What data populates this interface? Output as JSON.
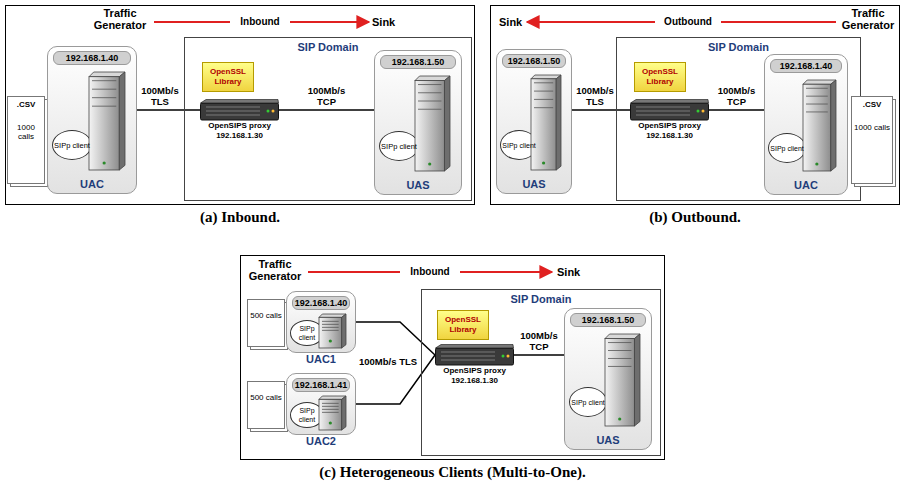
{
  "diagram": {
    "nodes": [
      {
        "text": [
          "(a) Inbound."
        ]
      },
      {
        "text": [
          ".CSV",
          "1000 calls"
        ],
        "in": 0
      },
      {
        "text": [
          "192.168.1.40",
          "UAC"
        ],
        "in": 0
      },
      {
        "text": [
          "SIPp client"
        ],
        "in": 2
      },
      {
        "text": [
          "SIP Domain"
        ],
        "in": 0
      },
      {
        "text": [
          "OpenSSL Library"
        ],
        "in": 4
      },
      {
        "text": [
          "OpenSIPS proxy 192.168.1.30"
        ],
        "in": 4
      },
      {
        "text": [
          "192.168.1.50",
          "UAS"
        ],
        "in": 4
      },
      {
        "text": [
          "SIPp client"
        ],
        "in": 7
      },
      {
        "text": [
          "(b) Outbound."
        ]
      },
      {
        "text": [
          "192.168.1.50",
          "UAS"
        ],
        "in": 9
      },
      {
        "text": [
          "SIPp client"
        ],
        "in": 10
      },
      {
        "text": [
          "SIP Domain"
        ],
        "in": 9
      },
      {
        "text": [
          "OpenSSL Library"
        ],
        "in": 12
      },
      {
        "text": [
          "OpenSIPS proxy 192.168.1.30"
        ],
        "in": 12
      },
      {
        "text": [
          "192.168.1.40",
          "UAC"
        ],
        "in": 12
      },
      {
        "text": [
          "SIPp client"
        ],
        "in": 15
      },
      {
        "text": [
          ".CSV",
          "1000 calls"
        ],
        "in": 9
      },
      {
        "text": [
          "(c) Heterogeneous Clients (Multi-to-One)."
        ]
      },
      {
        "text": [
          "500 calls"
        ],
        "in": 18
      },
      {
        "text": [
          "192.168.1.40",
          "UAC1"
        ],
        "in": 18
      },
      {
        "text": [
          "SIPp client"
        ],
        "in": 20
      },
      {
        "text": [
          "500 calls"
        ],
        "in": 18
      },
      {
        "text": [
          "192.168.1.41",
          "UAC2"
        ],
        "in": 18
      },
      {
        "text": [
          "SIPp client"
        ],
        "in": 23
      },
      {
        "text": [
          "SIP Domain"
        ],
        "in": 18
      },
      {
        "text": [
          "OpenSSL Library"
        ],
        "in": 25
      },
      {
        "text": [
          "OpenSIPS proxy 192.168.1.30"
        ],
        "in": 25
      },
      {
        "text": [
          "192.168.1.50",
          "UAS"
        ],
        "in": 25
      },
      {
        "text": [
          "SIPp client"
        ],
        "in": 28
      }
    ],
    "edges": [
      {
        "from": 2,
        "to": 6,
        "arrow": "none",
        "label": "100Mb/s TLS"
      },
      {
        "from": 6,
        "to": 7,
        "arrow": "none",
        "label": "100Mb/s TCP"
      },
      {
        "from": 10,
        "to": 14,
        "arrow": "none",
        "label": "100Mb/s TLS"
      },
      {
        "from": 14,
        "to": 15,
        "arrow": "none",
        "label": "100Mb/s TCP"
      },
      {
        "from": 20,
        "to": 27,
        "arrow": "none",
        "label": "100Mb/s TLS"
      },
      {
        "from": 23,
        "to": 27,
        "arrow": "none"
      },
      {
        "from": 27,
        "to": 28,
        "arrow": "none",
        "label": "100Mb/s TCP"
      }
    ],
    "labels": [
      "Traffic Generator",
      "Inbound",
      "Sink",
      "Sink",
      "Outbound",
      "Traffic Generator",
      "Traffic Generator",
      "Inbound",
      "Sink"
    ]
  }
}
